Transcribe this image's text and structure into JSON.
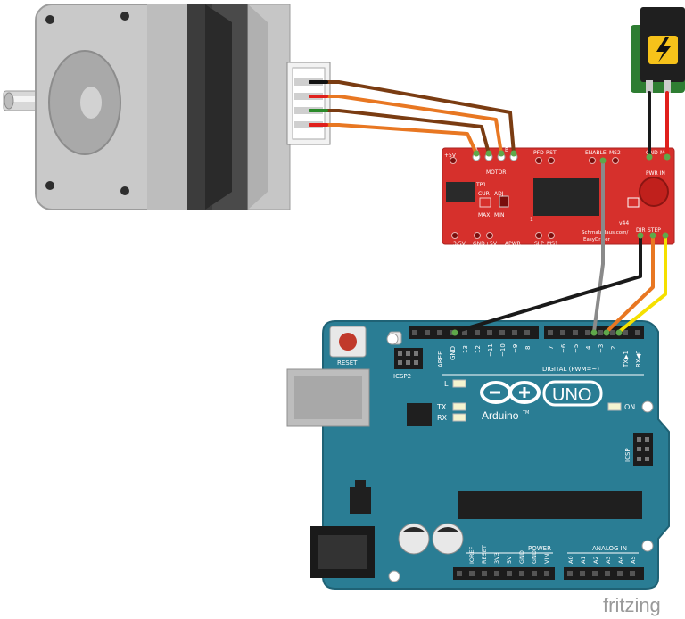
{
  "colors": {
    "arduino_board": "#2a7d94",
    "arduino_border": "#1f6275",
    "easydriver_board": "#d6302c",
    "motor_light": "#c9c9c9",
    "motor_dark": "#3a3a3a",
    "wire_brown": "#7a3c12",
    "wire_orange": "#e87722",
    "wire_red": "#e0201c",
    "wire_black": "#1a1a1a",
    "wire_gray": "#8a8a8a",
    "wire_yellow": "#f5e000",
    "jack_green": "#2e7d32"
  },
  "easydriver": {
    "label_5v": "+5V",
    "label_pfd": "PFD",
    "label_rst": "RST",
    "label_enable": "ENABLE",
    "label_ms2": "MS2",
    "label_gnd_top": "GND",
    "label_m_plus": "M+",
    "label_motor": "MOTOR",
    "label_a": "A",
    "label_b": "B",
    "label_pwr_in": "PWR IN",
    "label_tp1": "TP1",
    "label_cur": "CUR",
    "label_adj": "ADJ",
    "label_max": "MAX",
    "label_min": "MIN",
    "label_v44": "v44",
    "label_url_1": "SchmalzHaus.com/",
    "label_url_2": "EasyDriver",
    "label_33v": "3/5V",
    "label_gnd_bot": "GND",
    "label_5v_bot": "+5V",
    "label_apwr": "APWR",
    "label_slp": "SLP",
    "label_ms1": "MS1",
    "label_dir": "DIR",
    "label_step": "STEP",
    "label_pin1": "1"
  },
  "arduino": {
    "reset_label": "RESET",
    "icsp2_label": "ICSP2",
    "icsp_label": "ICSP",
    "l_label": "L",
    "tx_label": "TX",
    "rx_label": "RX",
    "on_label": "ON",
    "uno_label": "UNO",
    "arduino_label": "Arduino",
    "tm_label": "TM",
    "digital_label": "DIGITAL (PWM=~)",
    "power_label": "POWER",
    "analog_label": "ANALOG IN",
    "top_pins": [
      "AREF",
      "GND",
      "13",
      "12",
      "~11",
      "~10",
      "~9",
      "8",
      "7",
      "~6",
      "~5",
      "4",
      "~3",
      "2",
      "TX▶1",
      "RX◀0"
    ],
    "power_pins": [
      "IOREF",
      "RESET",
      "3V3",
      "5V",
      "GND",
      "GND",
      "VIN"
    ],
    "analog_pins": [
      "A0",
      "A1",
      "A2",
      "A3",
      "A4",
      "A5"
    ]
  },
  "footer": {
    "fritzing_label": "fritzing"
  }
}
